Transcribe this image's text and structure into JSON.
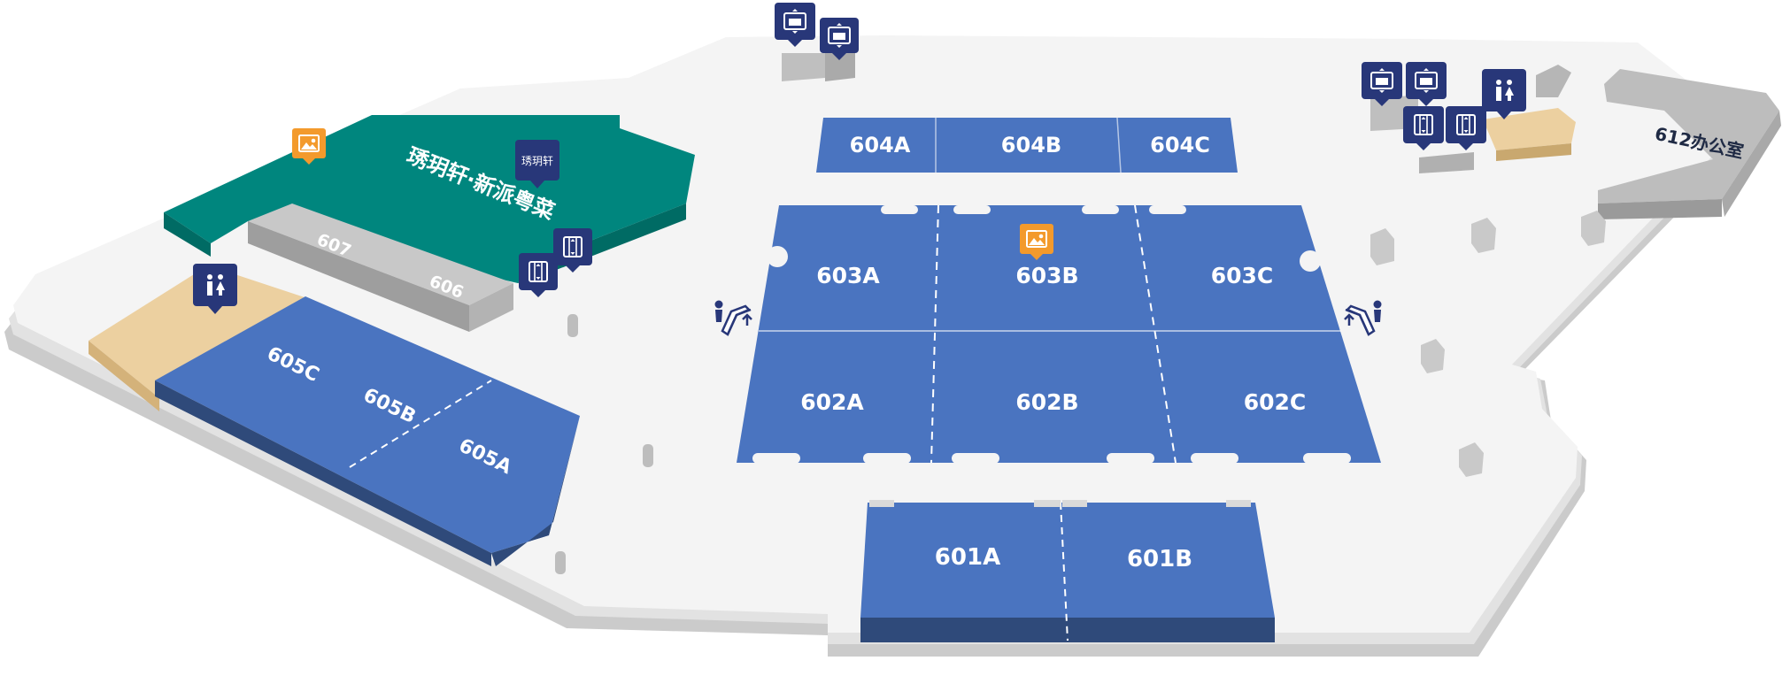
{
  "map": {
    "restaurant_name": "琇玥轩·新派粤菜",
    "restaurant_logo_text": "琇玥轩",
    "office_label": "612办公室",
    "rooms": {
      "r601a": "601A",
      "r601b": "601B",
      "r602a": "602A",
      "r602b": "602B",
      "r602c": "602C",
      "r603a": "603A",
      "r603b": "603B",
      "r603c": "603C",
      "r604a": "604A",
      "r604b": "604B",
      "r604c": "604C",
      "r605a": "605A",
      "r605b": "605B",
      "r605c": "605C",
      "r606": "606",
      "r607": "607"
    },
    "colors": {
      "hall_blue": "#4a74c0",
      "hall_dark": "#2f4a7a",
      "restaurant_teal": "#00867e",
      "restroom_tan": "#ecd0a0",
      "floor_light": "#f4f4f4",
      "wall_gray": "#c4c4c4",
      "marker_navy": "#283779",
      "photo_orange": "#f39a2c"
    },
    "icons": {
      "elevator": "elevator-icon",
      "cargo_elevator": "cargo-elevator-icon",
      "restroom": "restroom-icon",
      "escalator": "escalator-icon",
      "photo_spot": "photo-spot-icon"
    }
  }
}
